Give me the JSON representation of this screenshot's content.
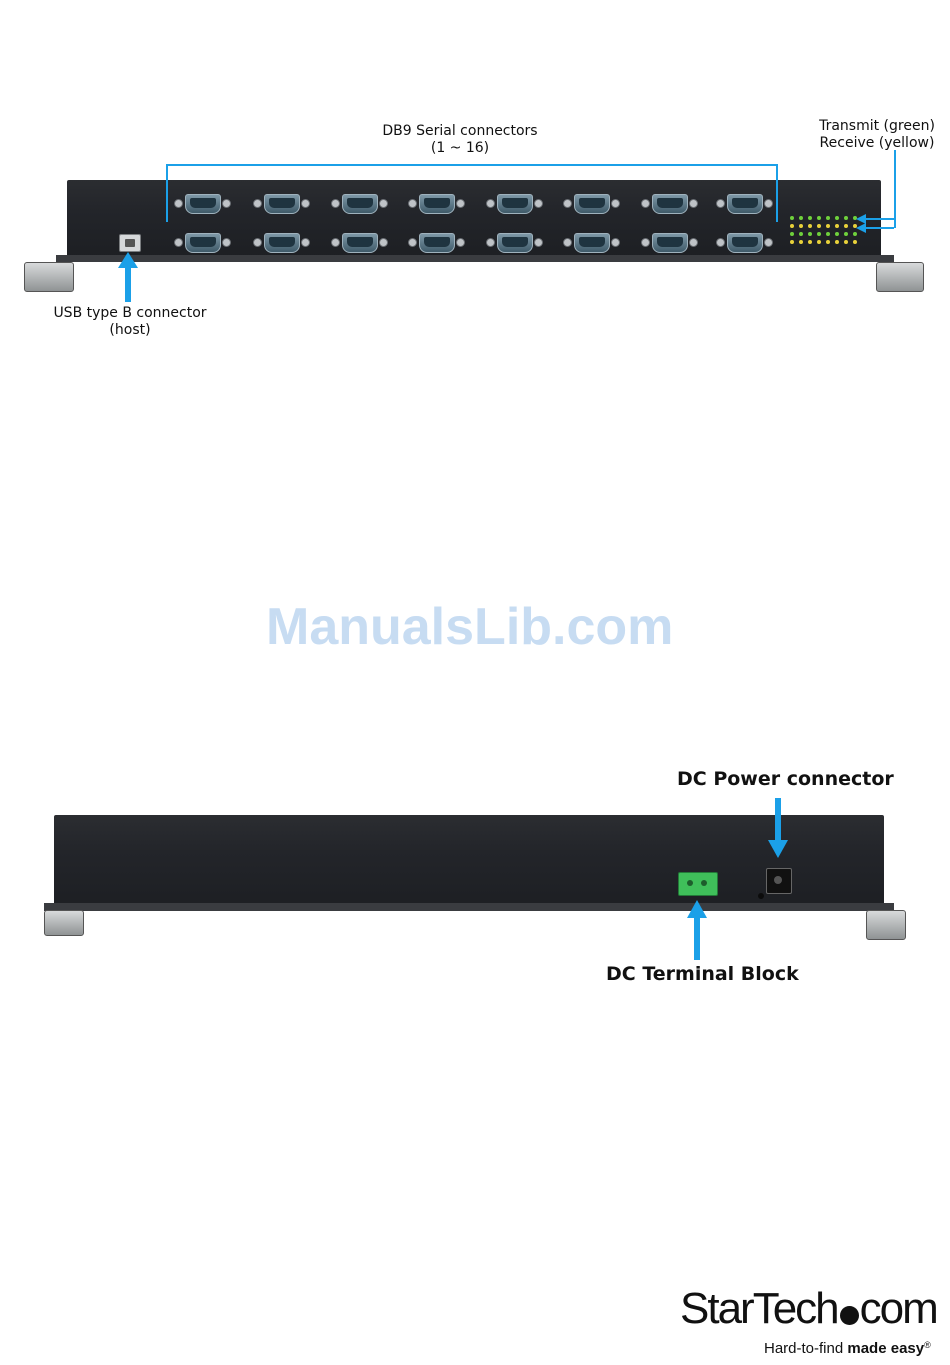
{
  "top_figure": {
    "db9_label_line1": "DB9 Serial connectors",
    "db9_label_line2": "(1 ~ 16)",
    "led_label_line1": "Transmit (green)",
    "led_label_line2": "Receive (yellow)",
    "usb_label_line1": "USB type B connector",
    "usb_label_line2": "(host)"
  },
  "watermark": "ManualsLib.com",
  "bottom_figure": {
    "power_label": "DC Power connector",
    "terminal_label": "DC Terminal Block"
  },
  "logo": {
    "brand_start": "StarTech",
    "brand_end": "com",
    "tagline_regular": "Hard-to-find ",
    "tagline_bold": "made easy",
    "registered": "®"
  },
  "colors": {
    "arrow_blue": "#1ba0e8",
    "chassis": "#23252a",
    "led_green": "#6fd13c",
    "led_yellow": "#e8d13a",
    "terminal_green": "#3fbf5a"
  }
}
